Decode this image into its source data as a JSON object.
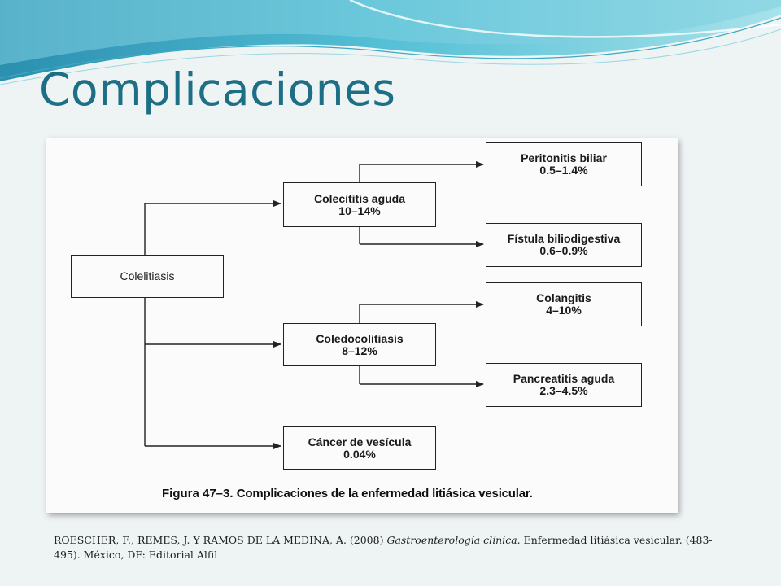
{
  "slide": {
    "title": "Complicaciones",
    "colors": {
      "title": "#1d6f86",
      "background": "#eef3f4",
      "wave": "#3aa9c4"
    }
  },
  "diagram": {
    "root": {
      "label": "Colelitiasis"
    },
    "branches": [
      {
        "label": "Colecititis aguda",
        "value": "10–14%",
        "children": [
          {
            "label": "Peritonitis biliar",
            "value": "0.5–1.4%"
          },
          {
            "label": "Fístula biliodigestiva",
            "value": "0.6–0.9%"
          }
        ]
      },
      {
        "label": "Coledocolitiasis",
        "value": "8–12%",
        "children": [
          {
            "label": "Colangitis",
            "value": "4–10%"
          },
          {
            "label": "Pancreatitis aguda",
            "value": "2.3–4.5%"
          }
        ]
      },
      {
        "label": "Cáncer de vesícula",
        "value": "0.04%",
        "children": []
      }
    ],
    "caption": {
      "figure_label": "Figura 47–3.",
      "text": "Complicaciones de la enfermedad litiásica vesicular."
    }
  },
  "citation": {
    "authors": "ROESCHER, F., REMES, J. Y RAMOS DE LA MEDINA, A. (2008)",
    "book": "Gastroenterología clínica.",
    "rest": "Enfermedad litiásica vesicular. (483-495). México, DF: Editorial Alfil"
  }
}
